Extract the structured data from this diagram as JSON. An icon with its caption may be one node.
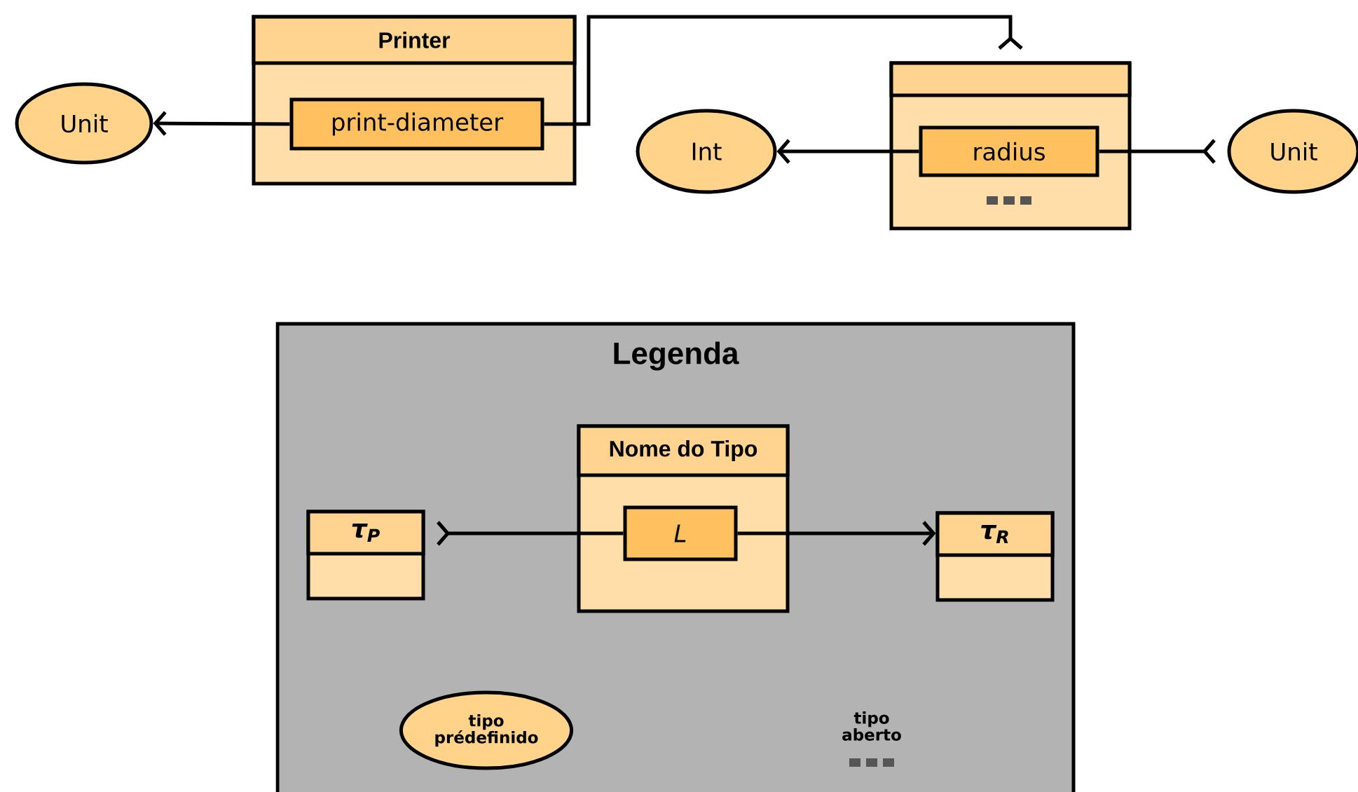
{
  "diagram": {
    "nodes": [
      {
        "text": [
          "Printer"
        ]
      },
      {
        "text": [
          "print-diameter"
        ],
        "in": 0
      },
      {
        "text": [
          "Unit"
        ]
      },
      {
        "text": [],
        "shape": "box"
      },
      {
        "text": [
          "radius"
        ],
        "in": 3
      },
      {
        "text": [
          "Int"
        ]
      },
      {
        "text": [
          "Unit"
        ]
      },
      {
        "text": [
          "Legenda"
        ]
      },
      {
        "text": [
          "τ$_{P}$"
        ],
        "in": 7
      },
      {
        "text": [
          "Nome do Tipo"
        ],
        "in": 7
      },
      {
        "text": [
          "L"
        ],
        "in": 9
      },
      {
        "text": [
          "τ$_{R}$"
        ],
        "in": 7
      },
      {
        "text": [
          "tipo prédefinido"
        ],
        "in": 7
      }
    ],
    "edges": [
      {
        "from": 1,
        "to": 2,
        "arrow": "to"
      },
      {
        "from": 3,
        "to": 1,
        "arrow": "other"
      },
      {
        "from": 4,
        "to": 5,
        "arrow": "to"
      },
      {
        "from": 6,
        "to": 4,
        "arrow": "other"
      },
      {
        "from": 8,
        "to": 10,
        "arrow": "other"
      },
      {
        "from": 10,
        "to": 11,
        "arrow": "to"
      }
    ],
    "labels": [
      "tipo aberto"
    ]
  }
}
